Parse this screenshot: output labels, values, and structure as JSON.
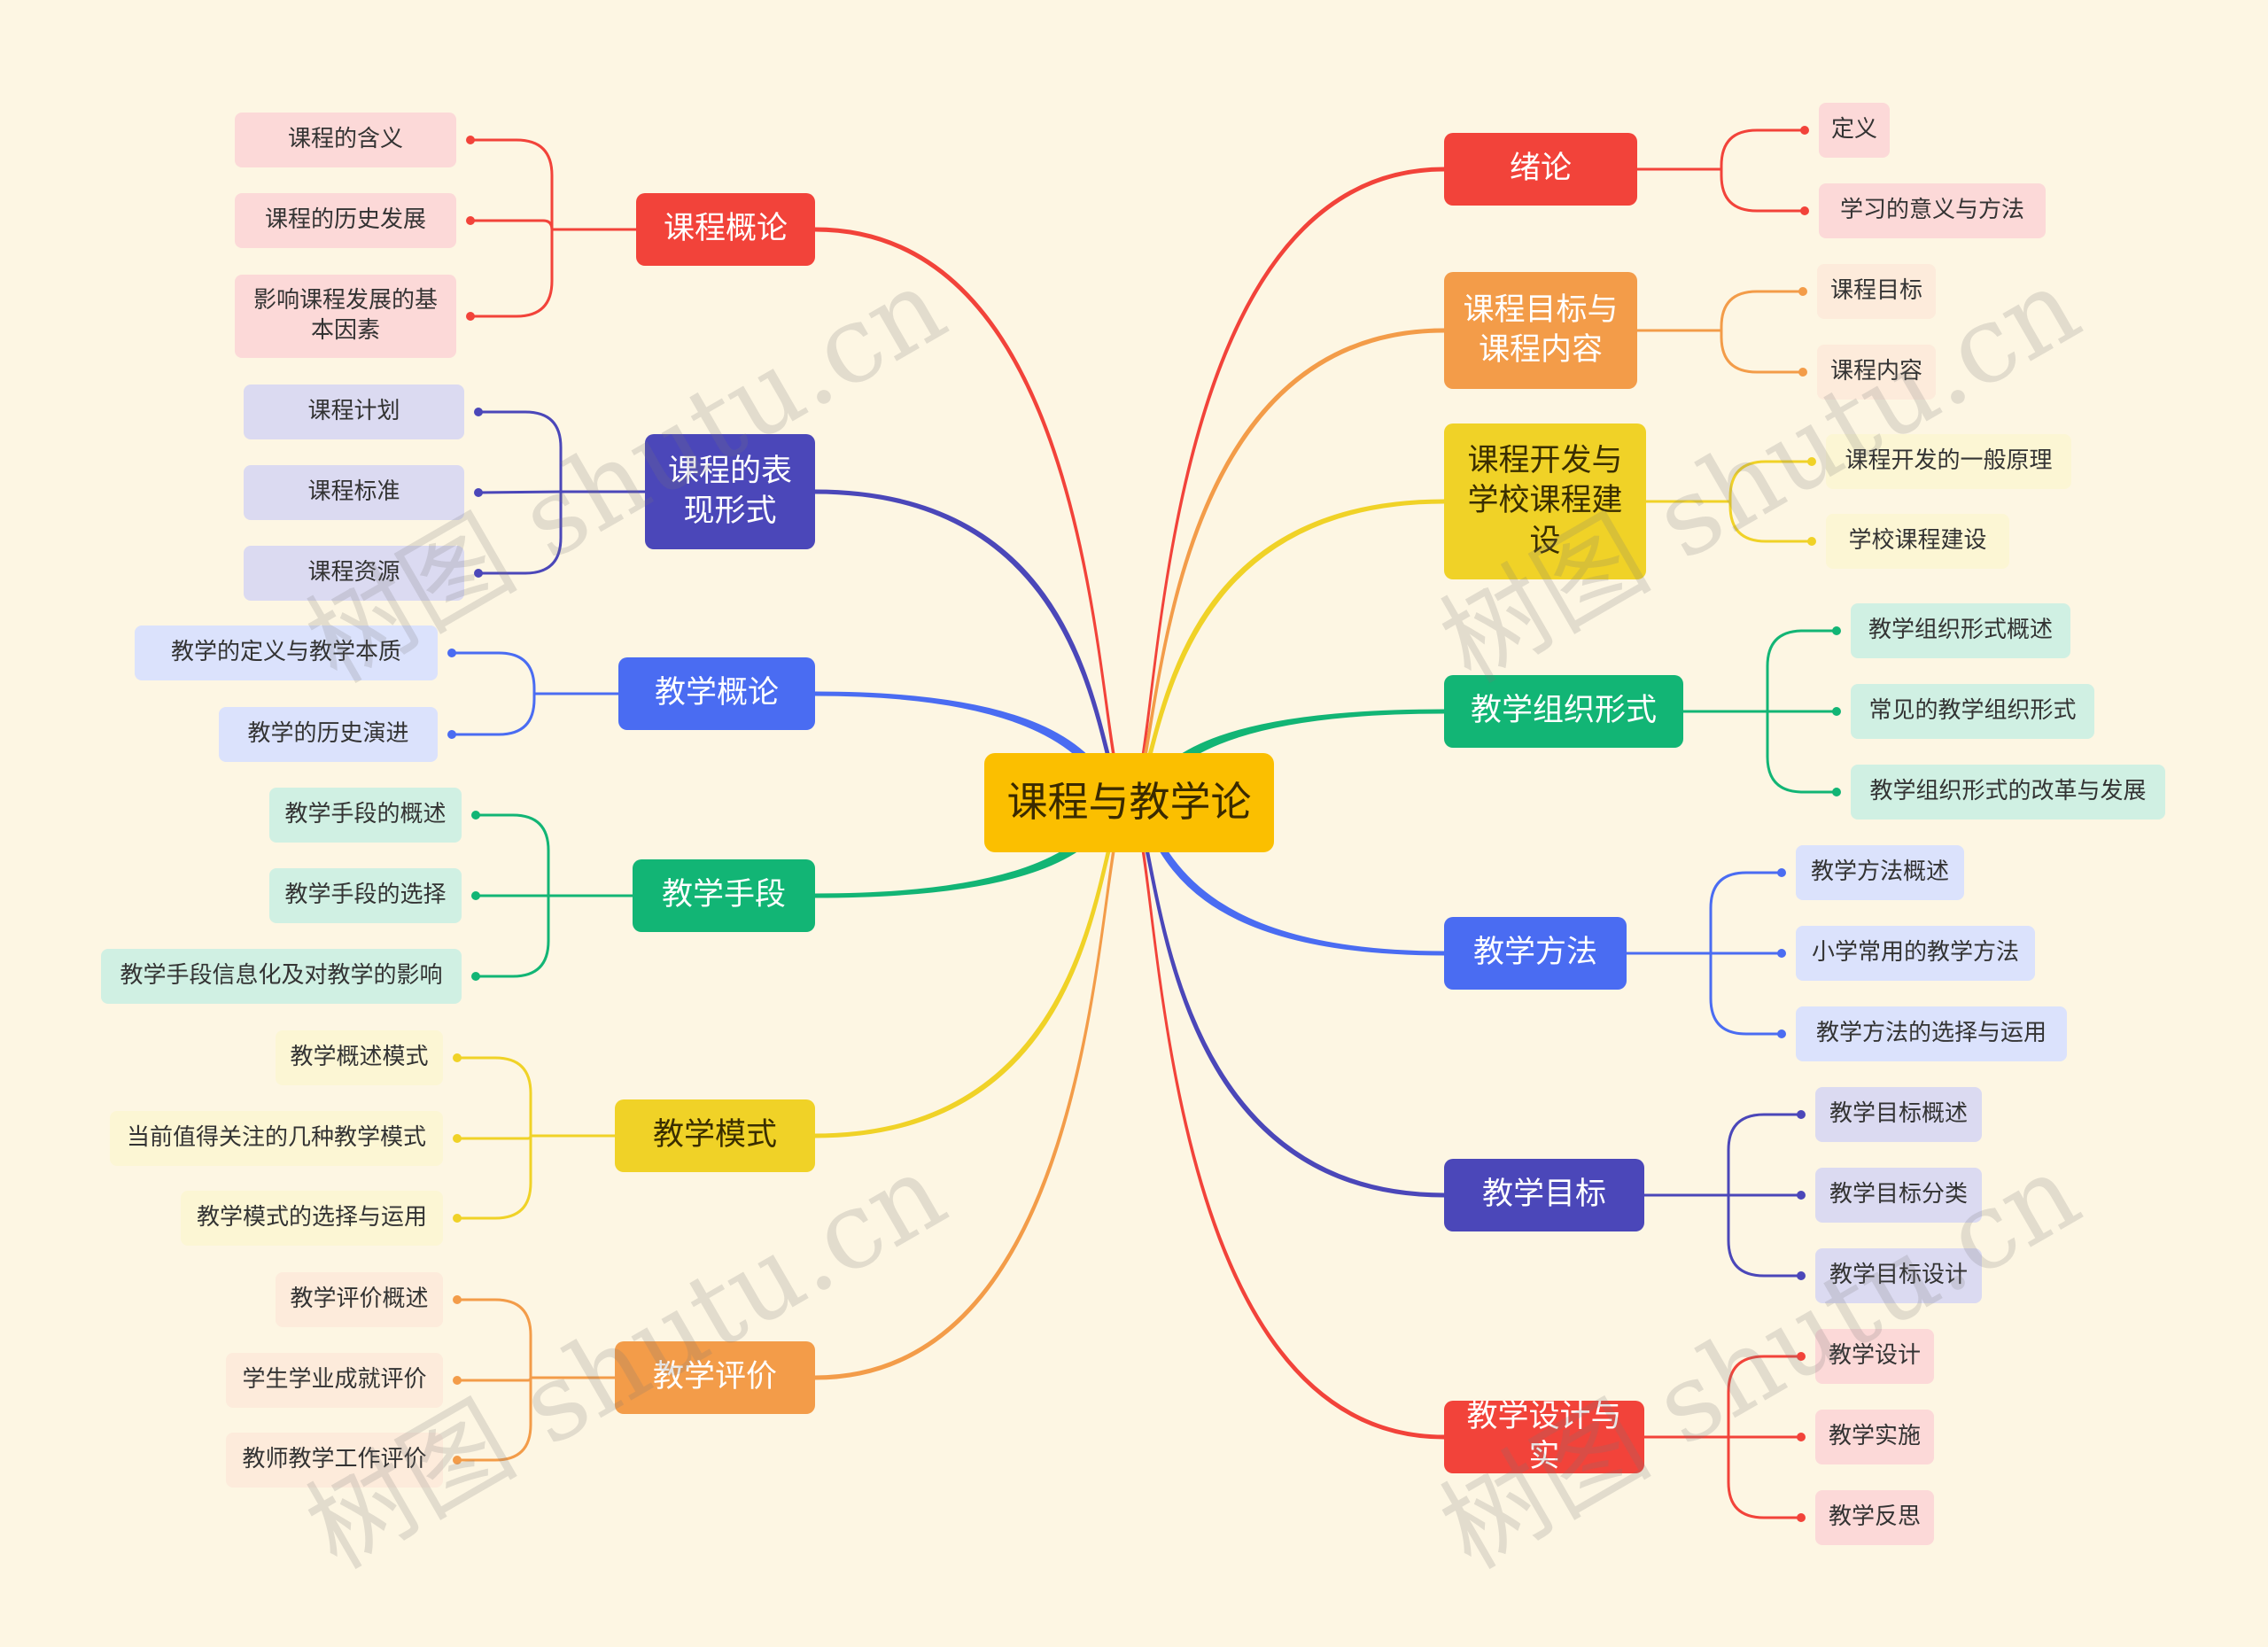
{
  "center": {
    "label": "课程与教学论"
  },
  "branches": {
    "b0": {
      "label": "课程概论",
      "color": "#f2433a",
      "leaves": [
        "课程的含义",
        "课程的历史发展",
        "影响课程发展的基本因素"
      ]
    },
    "b1": {
      "label": "课程的表现形式",
      "color": "#4b47b9",
      "leaves": [
        "课程计划",
        "课程标准",
        "课程资源"
      ]
    },
    "b2": {
      "label": "教学概论",
      "color": "#4a6cf2",
      "leaves": [
        "教学的定义与教学本质",
        "教学的历史演进"
      ]
    },
    "b3": {
      "label": "教学手段",
      "color": "#12b575",
      "leaves": [
        "教学手段的概述",
        "教学手段的选择",
        "教学手段信息化及对教学的影响"
      ]
    },
    "b4": {
      "label": "教学模式",
      "color": "#f0d227",
      "leaves": [
        "教学概述模式",
        "当前值得关注的几种教学模式",
        "教学模式的选择与运用"
      ]
    },
    "b5": {
      "label": "教学评价",
      "color": "#f39c49",
      "leaves": [
        "教学评价概述",
        "学生学业成就评价",
        "教师教学工作评价"
      ]
    },
    "b6": {
      "label": "绪论",
      "color": "#f2433a",
      "leaves": [
        "定义",
        "学习的意义与方法"
      ]
    },
    "b7": {
      "label": "课程目标与课程内容",
      "color": "#f39c49",
      "leaves": [
        "课程目标",
        "课程内容"
      ]
    },
    "b8": {
      "label": "课程开发与学校课程建设",
      "color": "#f0d227",
      "leaves": [
        "课程开发的一般原理",
        "学校课程建设"
      ]
    },
    "b9": {
      "label": "教学组织形式",
      "color": "#12b575",
      "leaves": [
        "教学组织形式概述",
        "常见的教学组织形式",
        "教学组织形式的改革与发展"
      ]
    },
    "b10": {
      "label": "教学方法",
      "color": "#4a6cf2",
      "leaves": [
        "教学方法概述",
        "小学常用的教学方法",
        "教学方法的选择与运用"
      ]
    },
    "b11": {
      "label": "教学目标",
      "color": "#4b47b9",
      "leaves": [
        "教学目标概述",
        "教学目标分类",
        "教学目标设计"
      ]
    },
    "b12": {
      "label": "教学设计与实",
      "color": "#f2433a",
      "leaves": [
        "教学设计",
        "教学实施",
        "教学反思"
      ]
    }
  },
  "watermark": "树图 shutu.cn"
}
